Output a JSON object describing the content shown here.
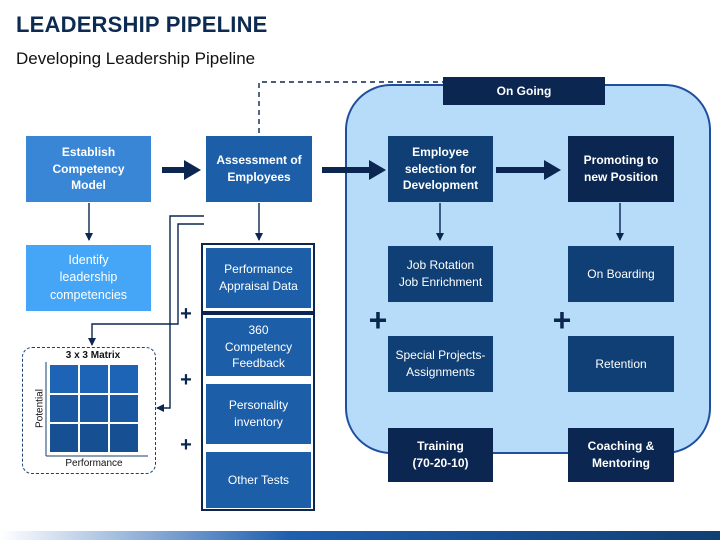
{
  "header": {
    "title": "LEADERSHIP PIPELINE",
    "subtitle": "Developing Leadership Pipeline"
  },
  "ongoing": {
    "label": "On Going"
  },
  "steps": [
    {
      "lines": [
        "Establish",
        "Competency",
        "Model"
      ]
    },
    {
      "lines": [
        "Assessment of",
        "Employees"
      ]
    },
    {
      "lines": [
        "Employee",
        "selection for",
        "Development"
      ]
    },
    {
      "lines": [
        "Promoting to",
        "new Position"
      ]
    }
  ],
  "step1_detail": {
    "lines": [
      "Identify",
      "leadership",
      "competencies"
    ]
  },
  "assessment_tools": [
    {
      "lines": [
        "Performance",
        "Appraisal Data"
      ]
    },
    {
      "lines": [
        "360",
        "Competency",
        "Feedback"
      ]
    },
    {
      "lines": [
        "Personality",
        "inventory"
      ]
    },
    {
      "lines": [
        "Other Tests"
      ]
    }
  ],
  "development": [
    {
      "lines": [
        "Job Rotation",
        "Job Enrichment"
      ]
    },
    {
      "lines": [
        "Special Projects-",
        "Assignments"
      ]
    },
    {
      "lines": [
        "Training",
        "(70-20-10)"
      ]
    }
  ],
  "promotion": [
    {
      "lines": [
        "On Boarding"
      ]
    },
    {
      "lines": [
        "Retention"
      ]
    },
    {
      "lines": [
        "Coaching &",
        "Mentoring"
      ]
    }
  ],
  "matrix": {
    "title": "3 x 3 Matrix",
    "y_label": "Potential",
    "x_label": "Performance"
  },
  "symbols": {
    "plus": "+"
  },
  "colors": {
    "title": "#0d2b52",
    "region_fill": "#b7dcfa",
    "region_border": "#1f4e9e",
    "box_dark": "#0b2650",
    "box_navy": "#0f3f74",
    "box_blue": "#1c5fa8",
    "box_mid": "#3a86d6",
    "box_light": "#45a6f7"
  }
}
